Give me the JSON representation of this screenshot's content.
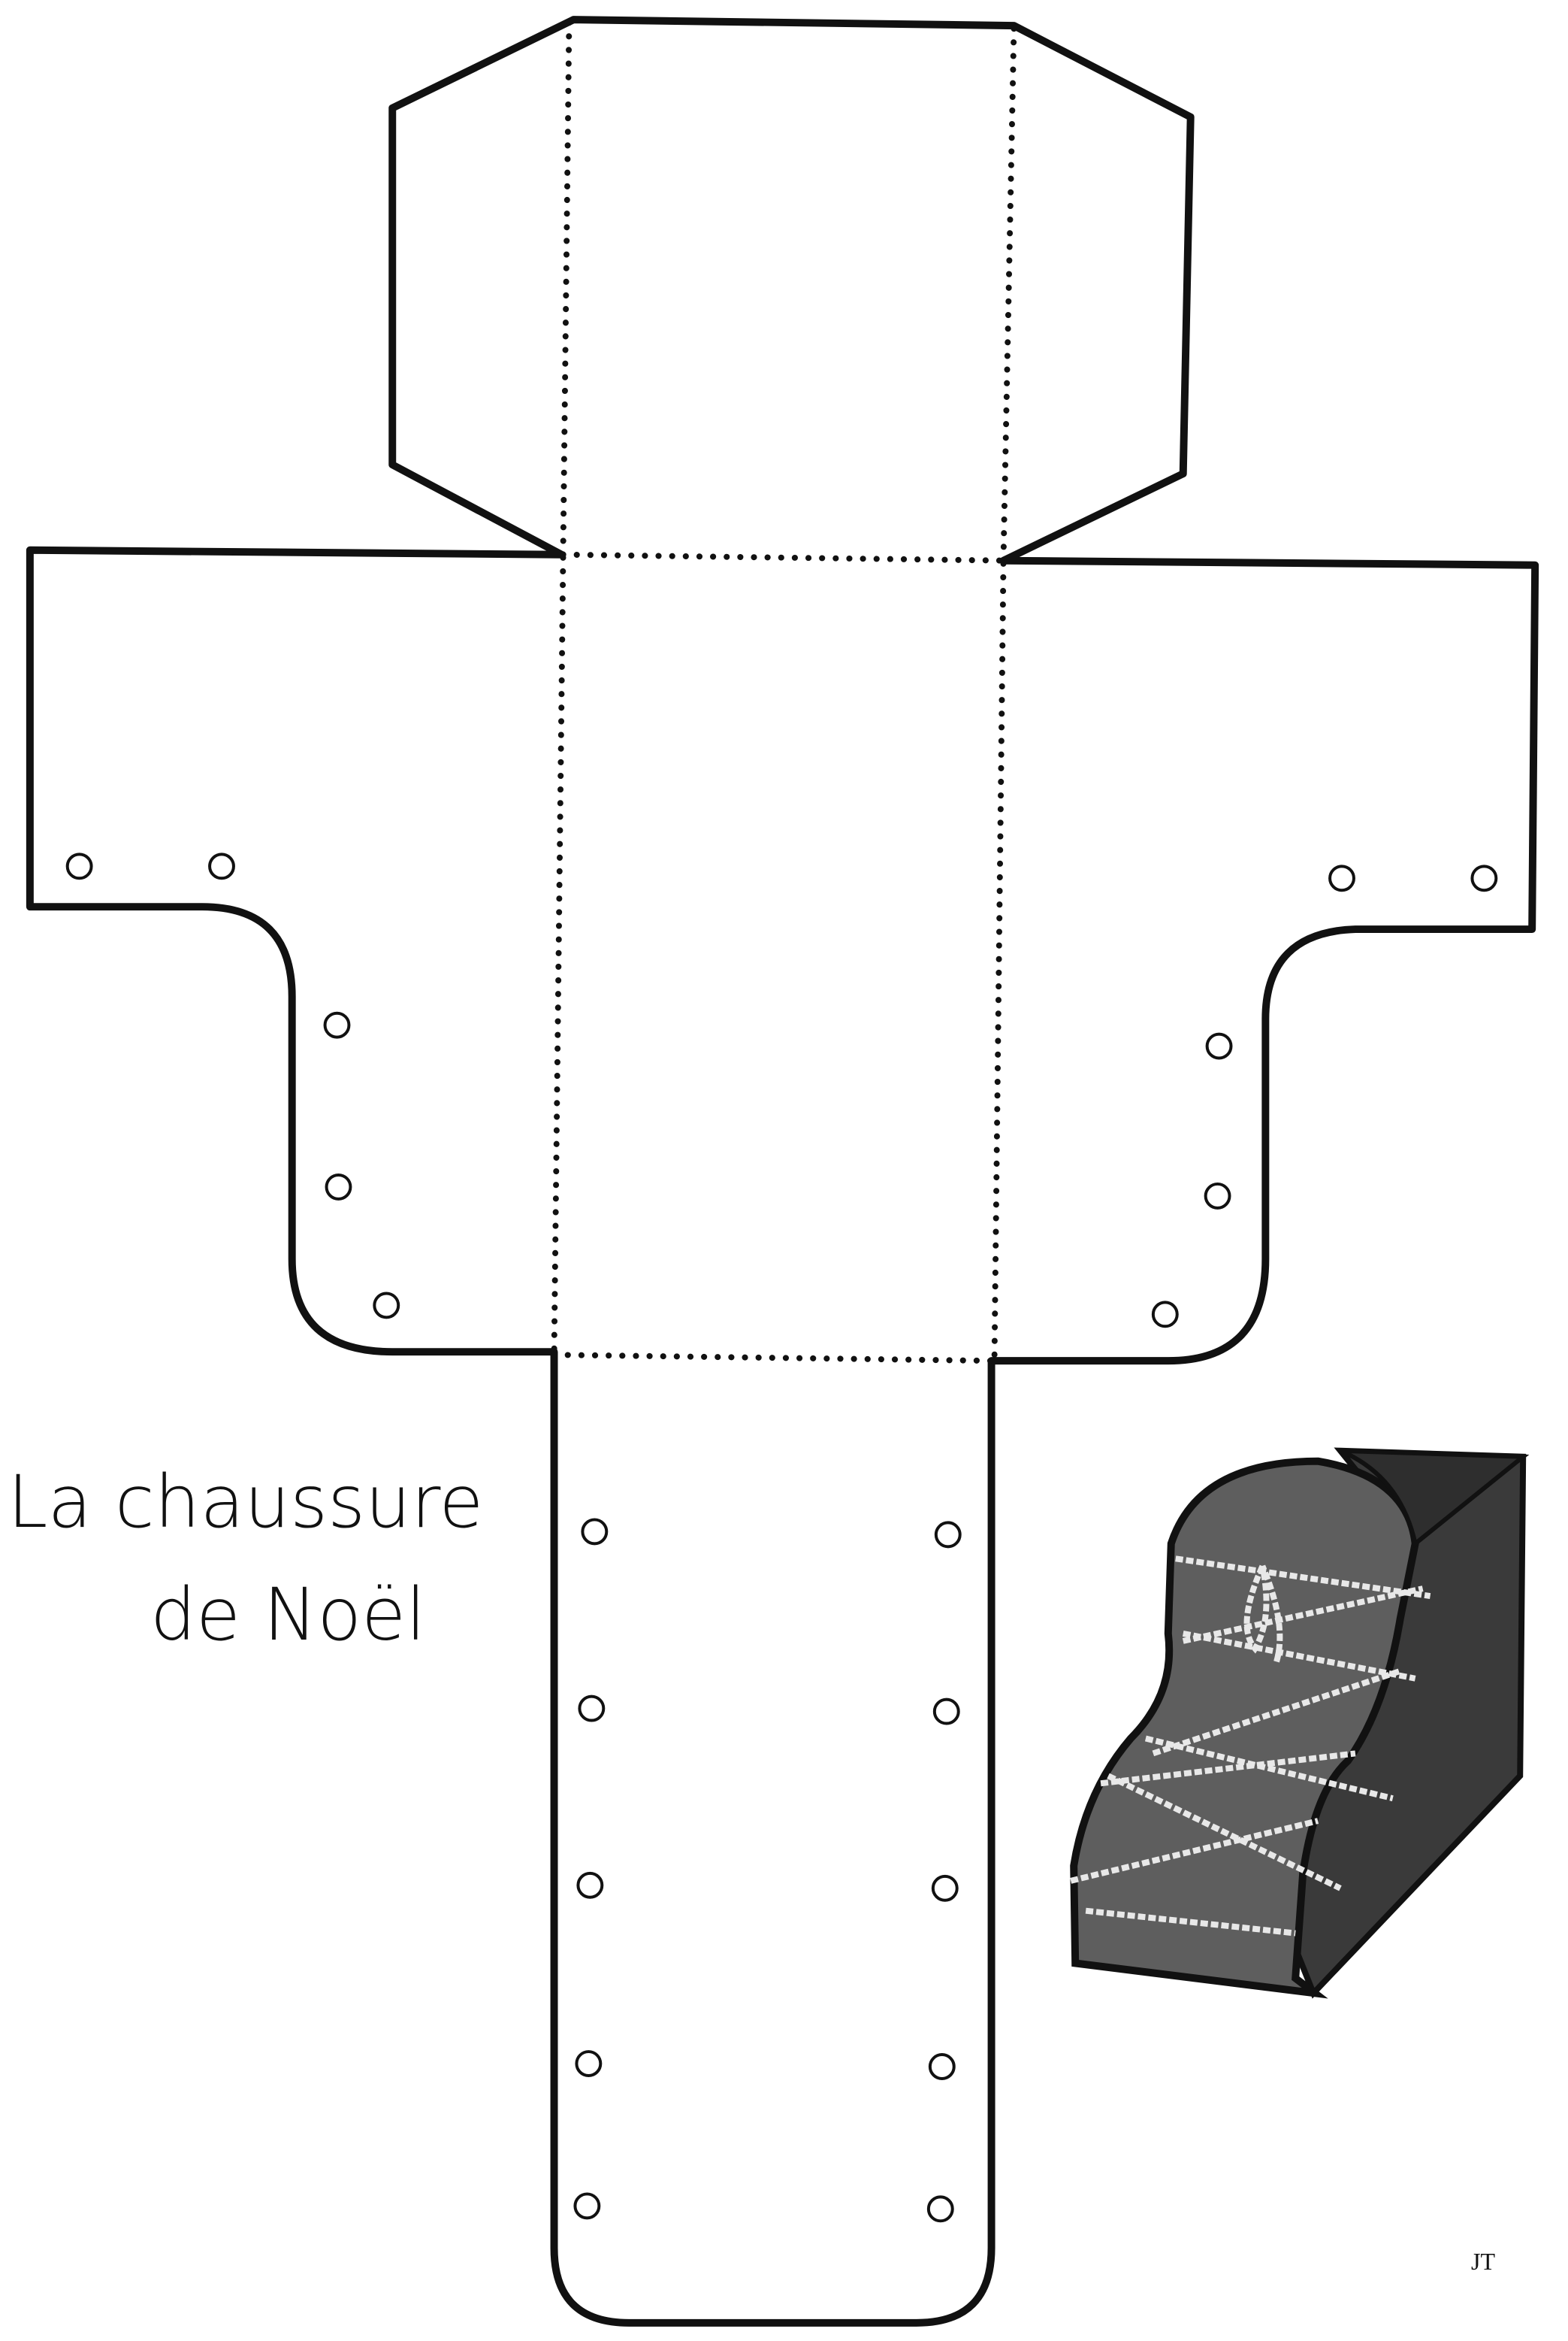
{
  "title": {
    "line1": "La chaussure",
    "line2": "de Noël"
  },
  "signature": "JT",
  "colors": {
    "ink": "#111111",
    "boot": "#5a5a5a",
    "boot_side": "#3a3a3a",
    "lace": "#e8e8e8"
  }
}
